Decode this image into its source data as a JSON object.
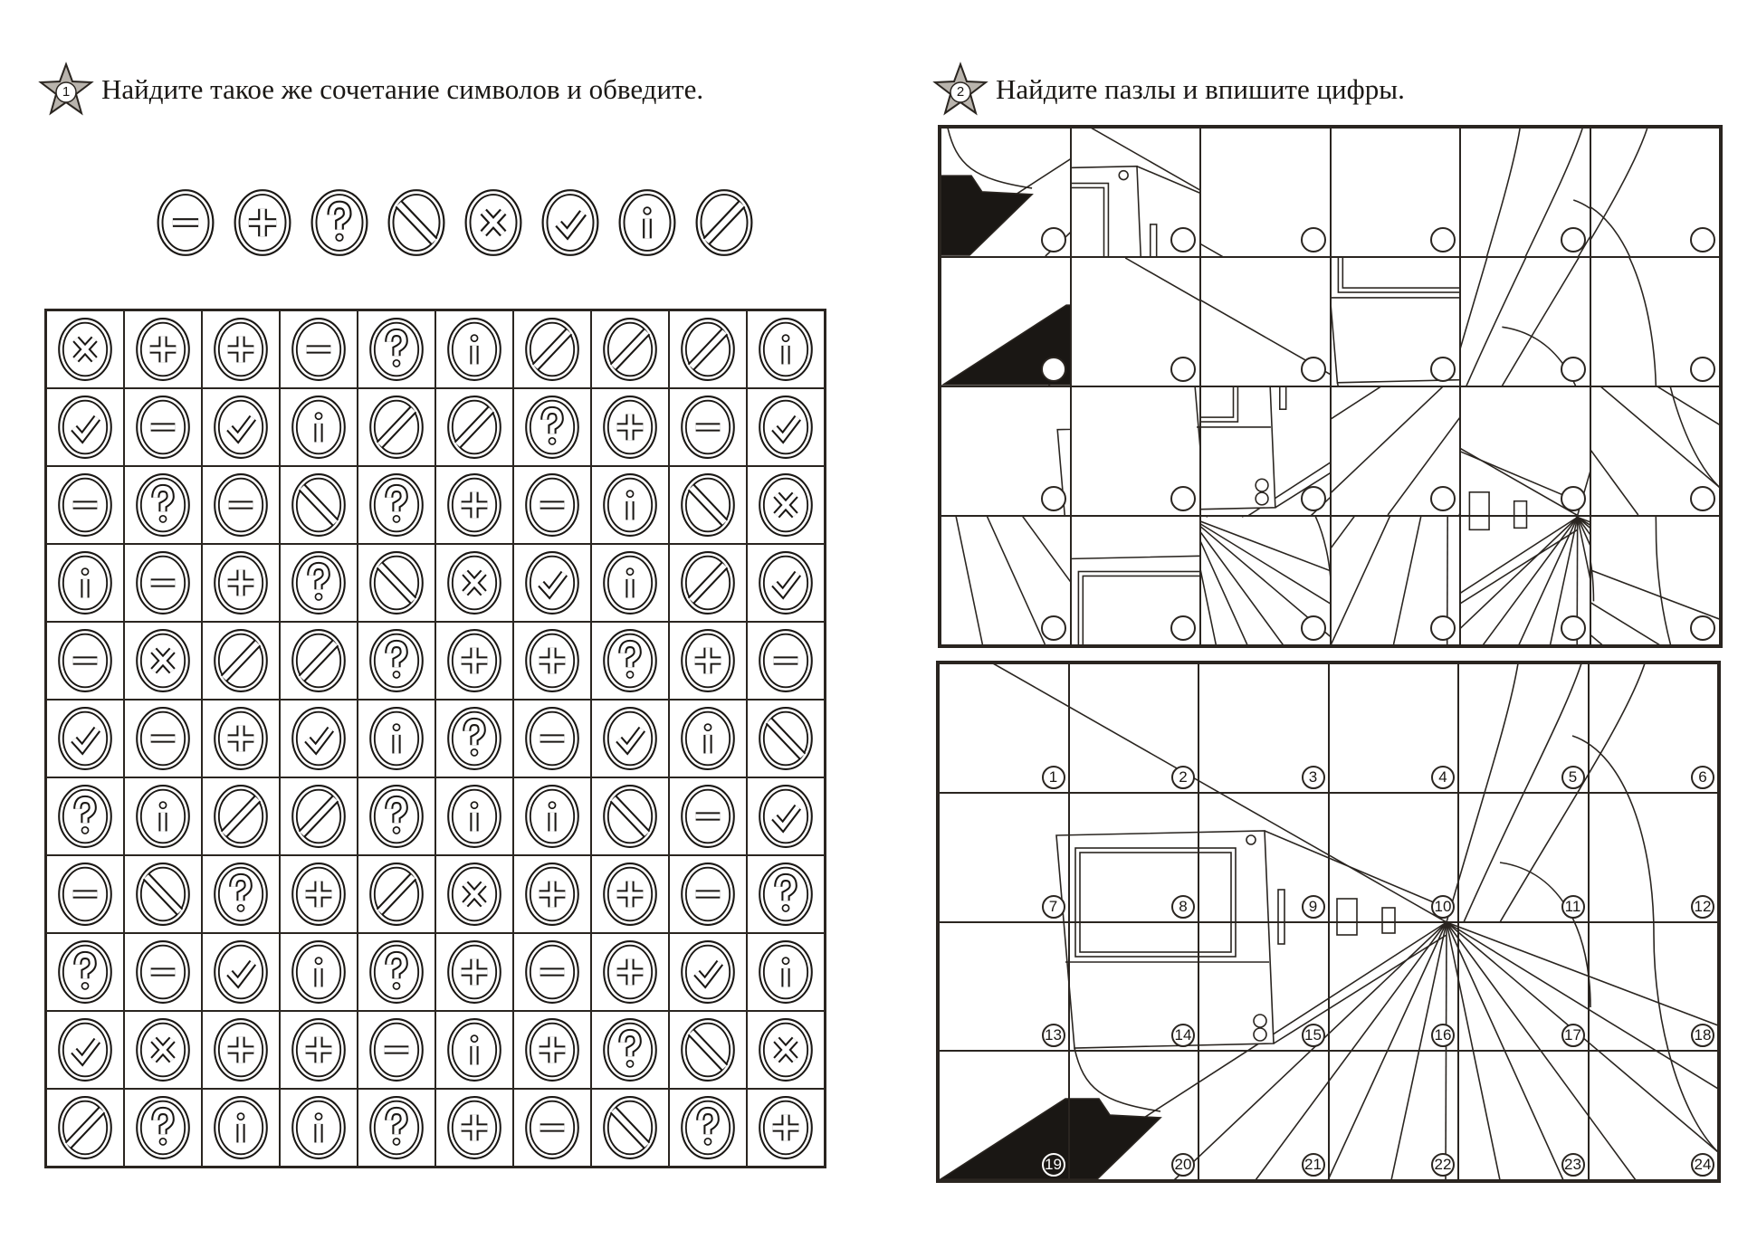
{
  "task1": {
    "number": "1",
    "title": "Найдите такое же сочетание символов и обведите.",
    "target_sequence": [
      "minus",
      "plus",
      "question",
      "backslash",
      "cross",
      "check",
      "info",
      "slash"
    ],
    "grid": [
      [
        "cross",
        "plus",
        "plus",
        "minus",
        "question",
        "info",
        "slash",
        "slash",
        "slash",
        "info"
      ],
      [
        "check",
        "minus",
        "check",
        "info",
        "slash",
        "slash",
        "question",
        "plus",
        "minus",
        "check"
      ],
      [
        "minus",
        "question",
        "minus",
        "backslash",
        "question",
        "plus",
        "minus",
        "info",
        "backslash",
        "cross"
      ],
      [
        "info",
        "minus",
        "plus",
        "question",
        "backslash",
        "cross",
        "check",
        "info",
        "slash",
        "check"
      ],
      [
        "minus",
        "cross",
        "slash",
        "slash",
        "question",
        "plus",
        "plus",
        "question",
        "plus",
        "minus"
      ],
      [
        "check",
        "minus",
        "plus",
        "check",
        "info",
        "question",
        "minus",
        "check",
        "info",
        "backslash"
      ],
      [
        "question",
        "info",
        "slash",
        "slash",
        "question",
        "info",
        "info",
        "backslash",
        "minus",
        "check"
      ],
      [
        "minus",
        "backslash",
        "question",
        "plus",
        "slash",
        "cross",
        "plus",
        "plus",
        "minus",
        "question"
      ],
      [
        "question",
        "minus",
        "check",
        "info",
        "question",
        "plus",
        "minus",
        "plus",
        "check",
        "info"
      ],
      [
        "check",
        "cross",
        "plus",
        "plus",
        "minus",
        "info",
        "plus",
        "question",
        "backslash",
        "cross"
      ],
      [
        "slash",
        "question",
        "info",
        "info",
        "question",
        "plus",
        "minus",
        "backslash",
        "question",
        "plus"
      ]
    ]
  },
  "task2": {
    "number": "2",
    "title": "Найдите пазлы и впишите цифры.",
    "board_numbers": [
      "1",
      "2",
      "3",
      "4",
      "5",
      "6",
      "7",
      "8",
      "9",
      "10",
      "11",
      "12",
      "13",
      "14",
      "15",
      "16",
      "17",
      "18",
      "19",
      "20",
      "21",
      "22",
      "23",
      "24"
    ]
  }
}
